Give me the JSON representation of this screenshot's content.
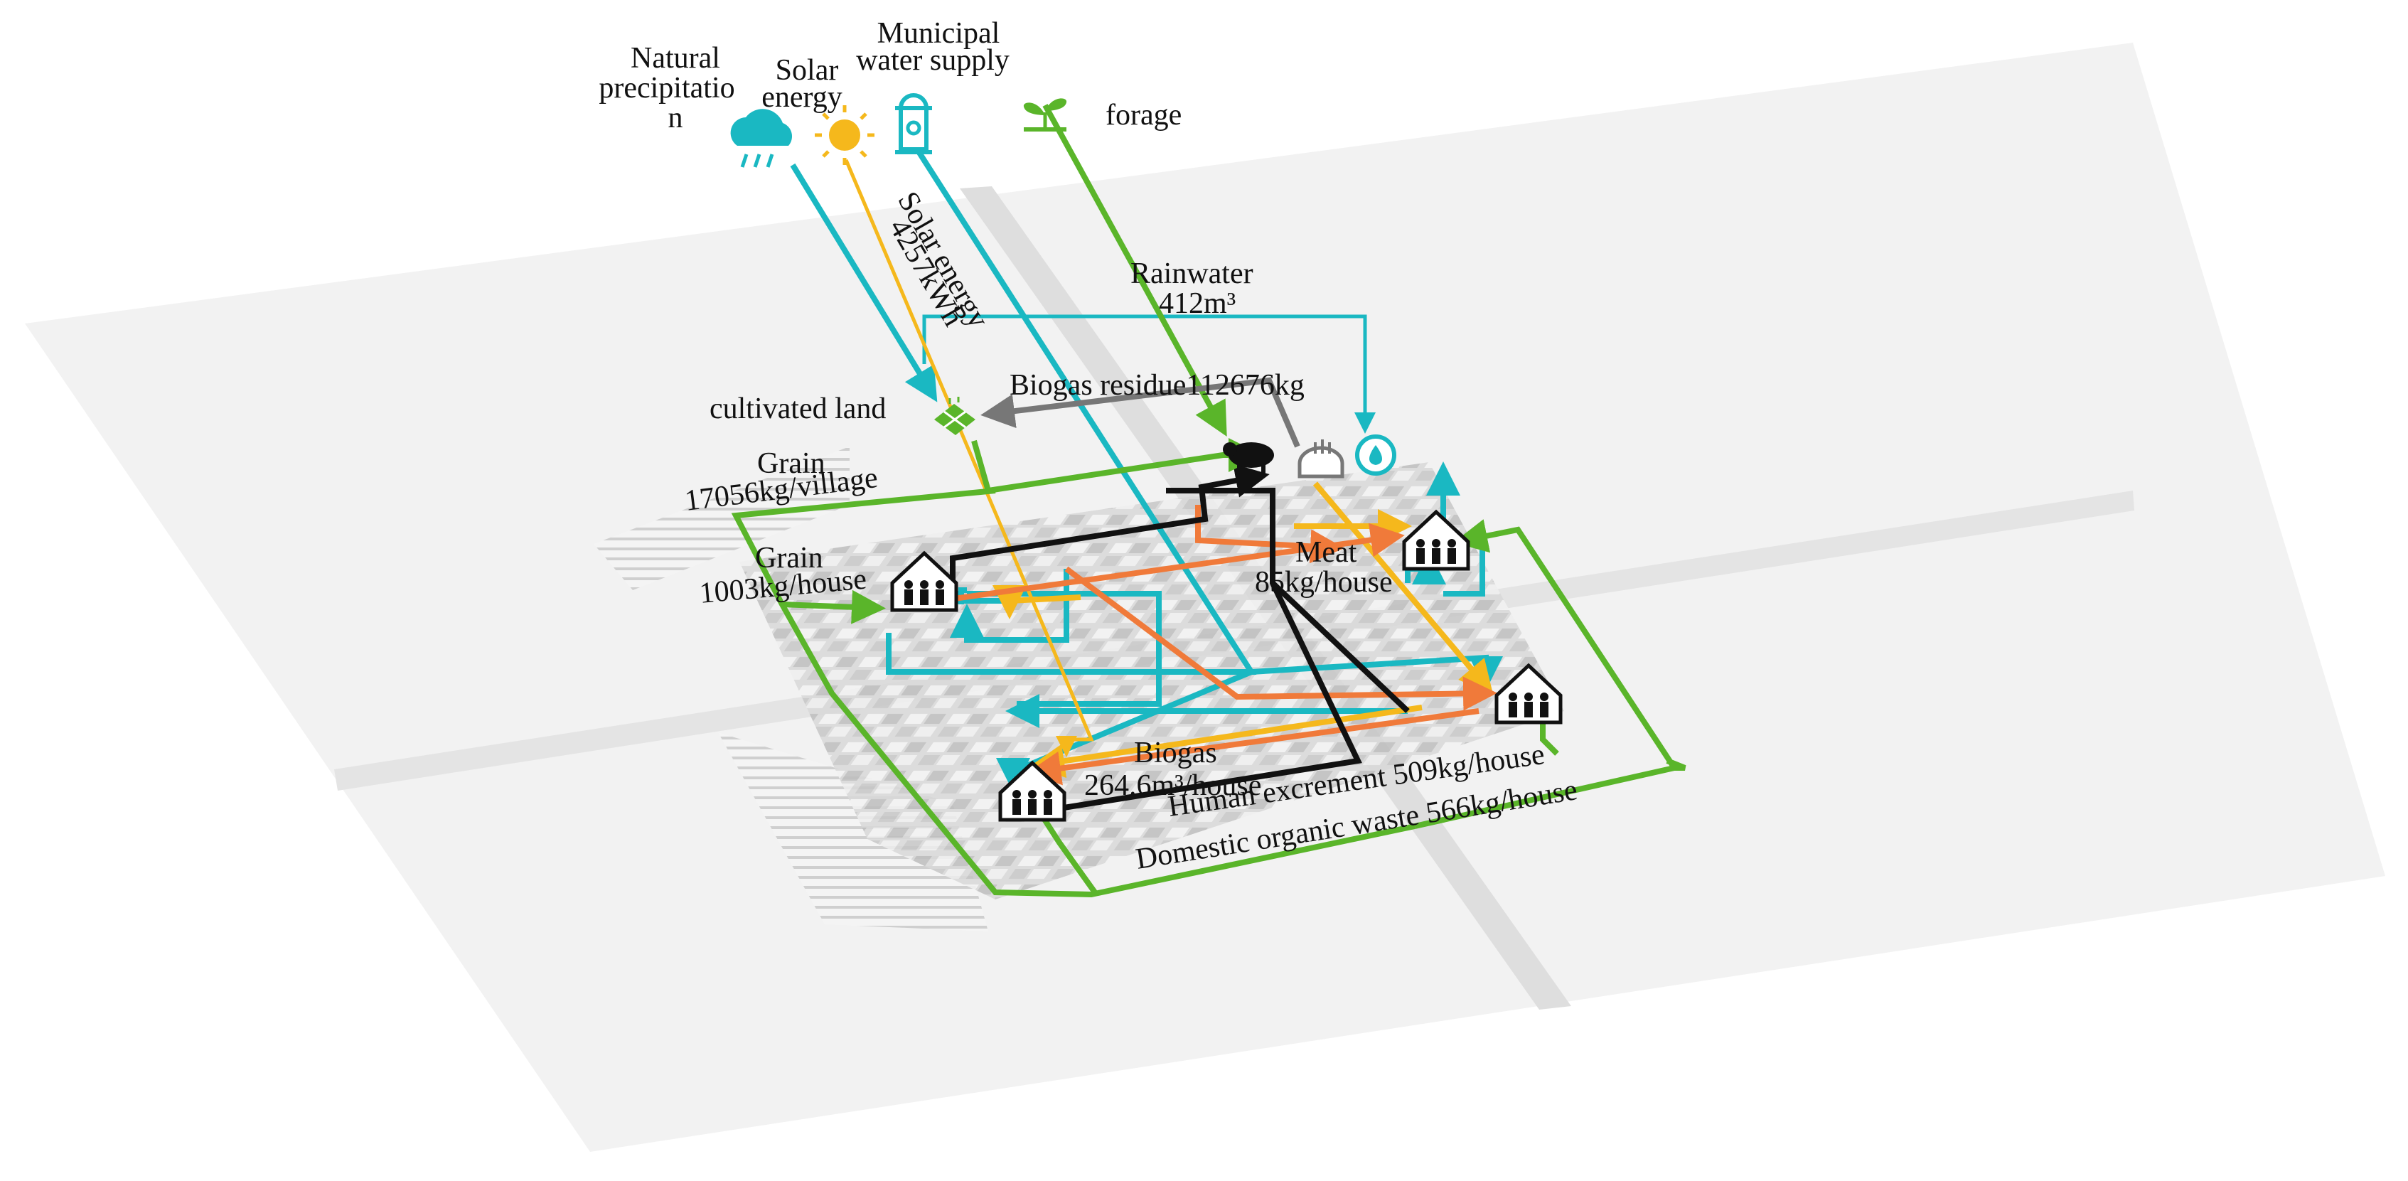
{
  "sources": {
    "natural_precipitation": "Natural precipitation",
    "solar_energy": "Solar energy",
    "municipal_water_supply": "Municipal water supply",
    "forage": "forage"
  },
  "flows": {
    "solar_energy": "Solar energy",
    "solar_energy_value": "4257kWh",
    "rainwater": "Rainwater",
    "rainwater_value": "412m³",
    "biogas_residue": "Biogas residue112676kg",
    "grain_village": "Grain",
    "grain_village_value": "17056kg/village",
    "grain_house": "Grain",
    "grain_house_value": "1003kg/house",
    "meat": "Meat",
    "meat_value": "85kg/house",
    "biogas": "Biogas",
    "biogas_value": "264.6m³/house",
    "human_excrement": "Human excrement 509kg/house",
    "domestic_organic_waste": "Domestic organic waste 566kg/house"
  },
  "nodes": {
    "cultivated_land": "cultivated land"
  },
  "colors": {
    "water": "#1ab8c2",
    "solar": "#f5b81c",
    "agriculture": "#5ab52a",
    "biogas": "#f07a3a",
    "excrement": "#111111",
    "residue": "#777777"
  },
  "icons": {
    "precipitation": "rain-cloud-icon",
    "solar": "sun-icon",
    "municipal": "fire-hydrant-icon",
    "forage": "sprout-icon",
    "farmland": "farmland-icon",
    "livestock": "pig-icon",
    "digester": "biogas-digester-icon",
    "water_tank": "water-tank-icon",
    "household": "house-family-icon"
  }
}
